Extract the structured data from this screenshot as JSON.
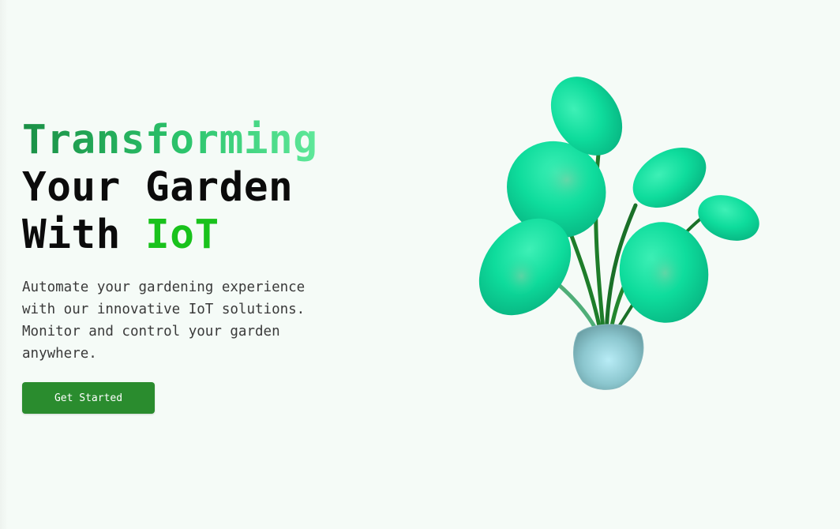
{
  "hero": {
    "headline_word1": "Transforming",
    "headline_line2": "Your Garden",
    "headline_with": "With ",
    "headline_iot": "IoT",
    "description": "Automate your gardening experience with our innovative IoT solutions. Monitor and control your garden anywhere.",
    "cta_label": "Get Started"
  },
  "colors": {
    "background": "#f5fbf7",
    "headline_gradient_start": "#1a8f45",
    "headline_gradient_end": "#5fe89a",
    "iot_accent": "#19c21c",
    "button": "#2a8c2e",
    "leaf": "#10dfa0",
    "stem": "#1f7a2c"
  },
  "illustration": {
    "icon": "plant-illustration"
  }
}
